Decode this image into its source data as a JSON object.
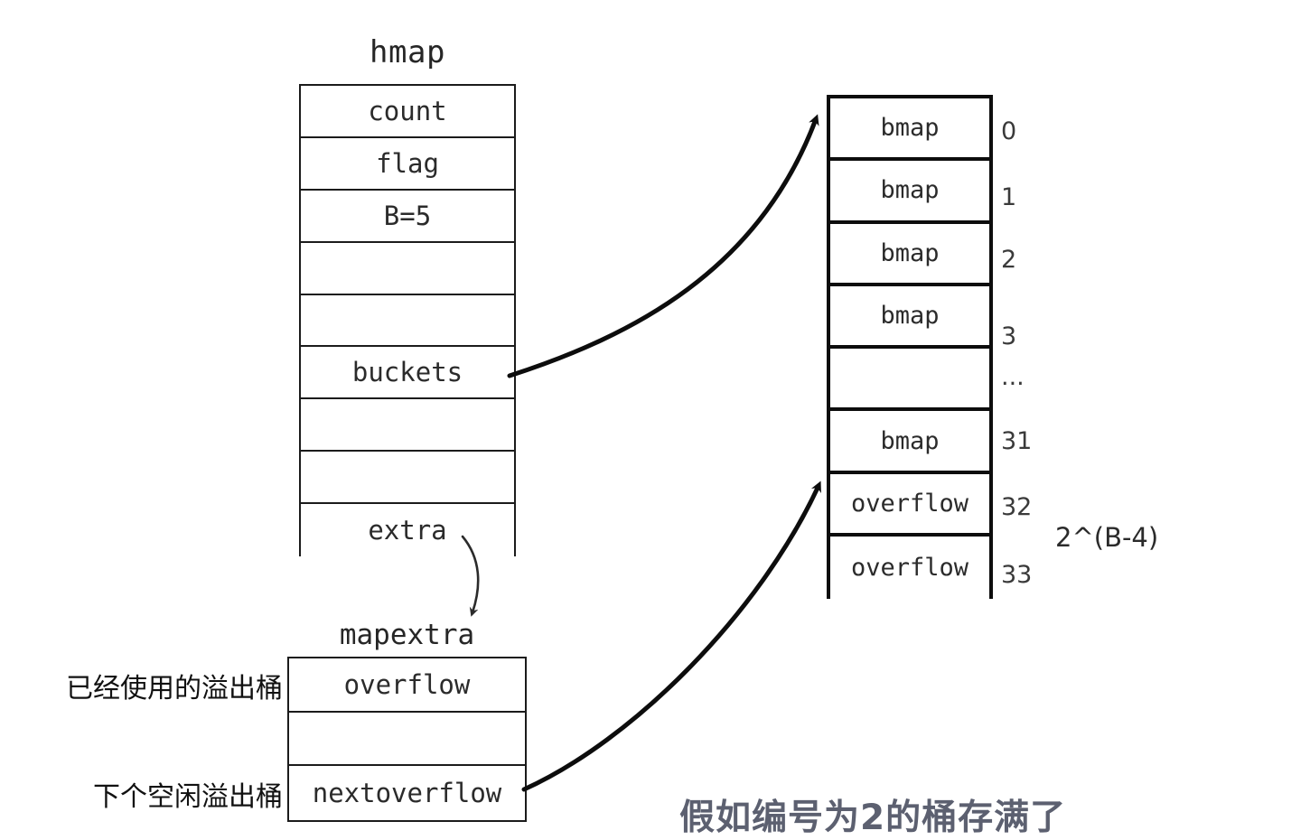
{
  "diagram": {
    "title_hmap": "hmap",
    "title_mapextra": "mapextra",
    "power_label": "2^(B-4)",
    "subtitle": "假如编号为2的桶存满了"
  },
  "hmap": {
    "name": "hmap",
    "fields": [
      {
        "label": "count"
      },
      {
        "label": "flag"
      },
      {
        "label": "B=5"
      },
      {
        "label": ""
      },
      {
        "label": ""
      },
      {
        "label": "buckets"
      },
      {
        "label": ""
      },
      {
        "label": ""
      },
      {
        "label": "extra"
      }
    ]
  },
  "bucket_array": {
    "rows": [
      {
        "label": "bmap",
        "index": "0"
      },
      {
        "label": "bmap",
        "index": "1"
      },
      {
        "label": "bmap",
        "index": "2"
      },
      {
        "label": "bmap",
        "index": "3"
      },
      {
        "label": "",
        "index": "..."
      },
      {
        "label": "bmap",
        "index": "31"
      },
      {
        "label": "overflow",
        "index": "32"
      },
      {
        "label": "overflow",
        "index": "33"
      }
    ],
    "annotation": "2^(B-4)"
  },
  "mapextra": {
    "name": "mapextra",
    "fields": [
      {
        "label": "overflow"
      },
      {
        "label": ""
      },
      {
        "label": "nextoverflow"
      }
    ],
    "annotations": {
      "overflow_note": "已经使用的溢出桶",
      "nextoverflow_note": "下个空闲溢出桶"
    }
  },
  "colors": {
    "ink": "#1b1b1b",
    "bold_ink": "#0d0d0d",
    "background": "#ffffff",
    "subtitle": "#5c6070"
  }
}
